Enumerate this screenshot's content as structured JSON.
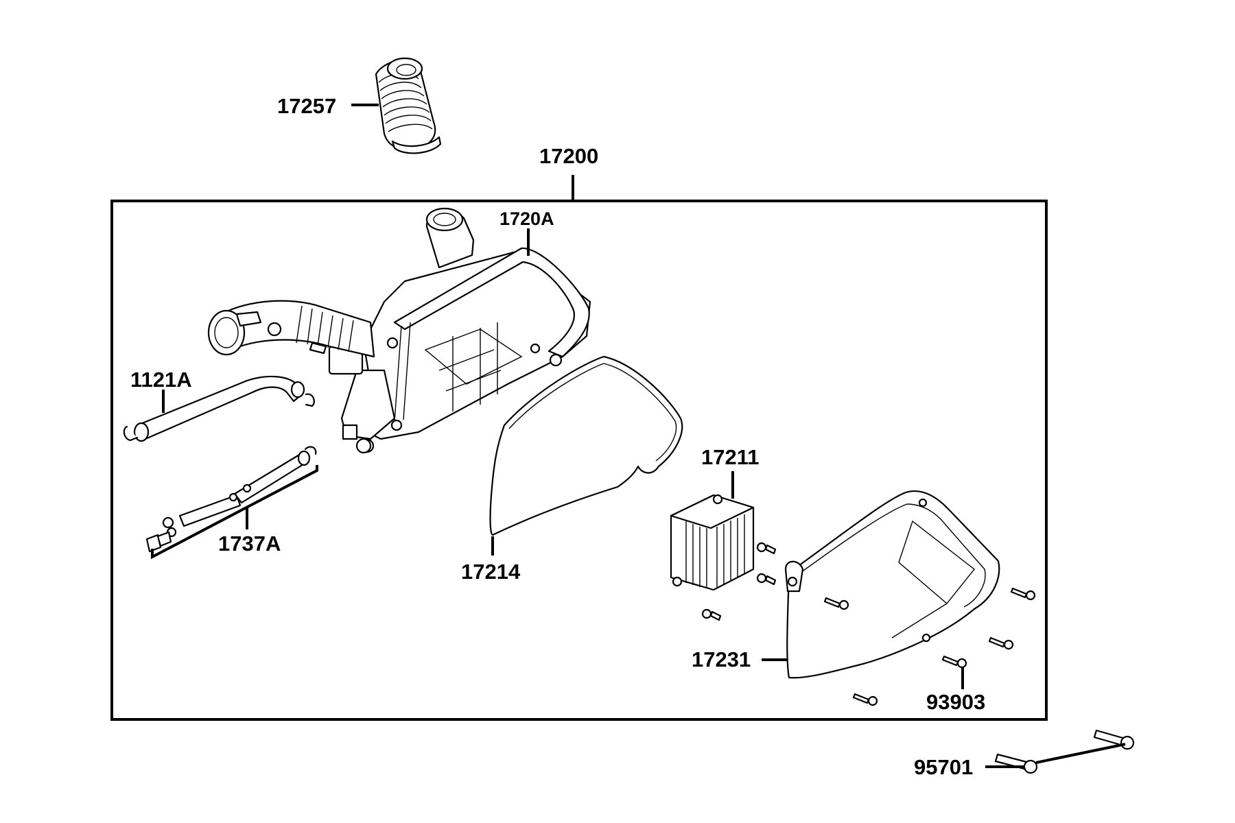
{
  "diagram": {
    "labels": {
      "p17257": "17257",
      "p17200": "17200",
      "p1720A": "1720A",
      "p1121A": "1121A",
      "p1737A": "1737A",
      "p17214": "17214",
      "p17211": "17211",
      "p17231": "17231",
      "p93903": "93903",
      "p95701": "95701"
    }
  }
}
